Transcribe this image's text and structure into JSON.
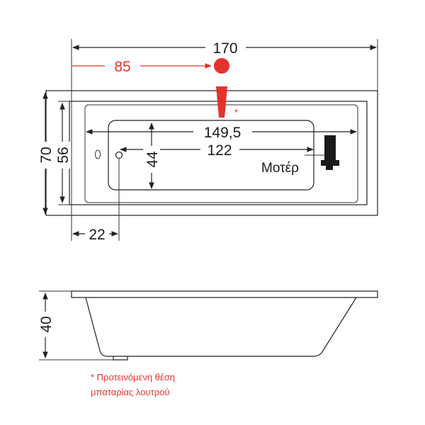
{
  "top_view": {
    "overall_length": "170",
    "faucet_offset": "85",
    "inner_length": "149,5",
    "basin_length": "122",
    "overall_width": "70",
    "inner_width": "56",
    "basin_width": "44",
    "drain_offset": "22",
    "motor_label": "Μοτέρ",
    "asterisk": "*"
  },
  "side_view": {
    "height": "40"
  },
  "note": {
    "line1": "* Προτεινόμενη θέση",
    "line2": "μπαταρίας λουτρού"
  },
  "colors": {
    "accent_red": "#e5322d",
    "line": "#222222",
    "motor": "#1a1a1a"
  }
}
